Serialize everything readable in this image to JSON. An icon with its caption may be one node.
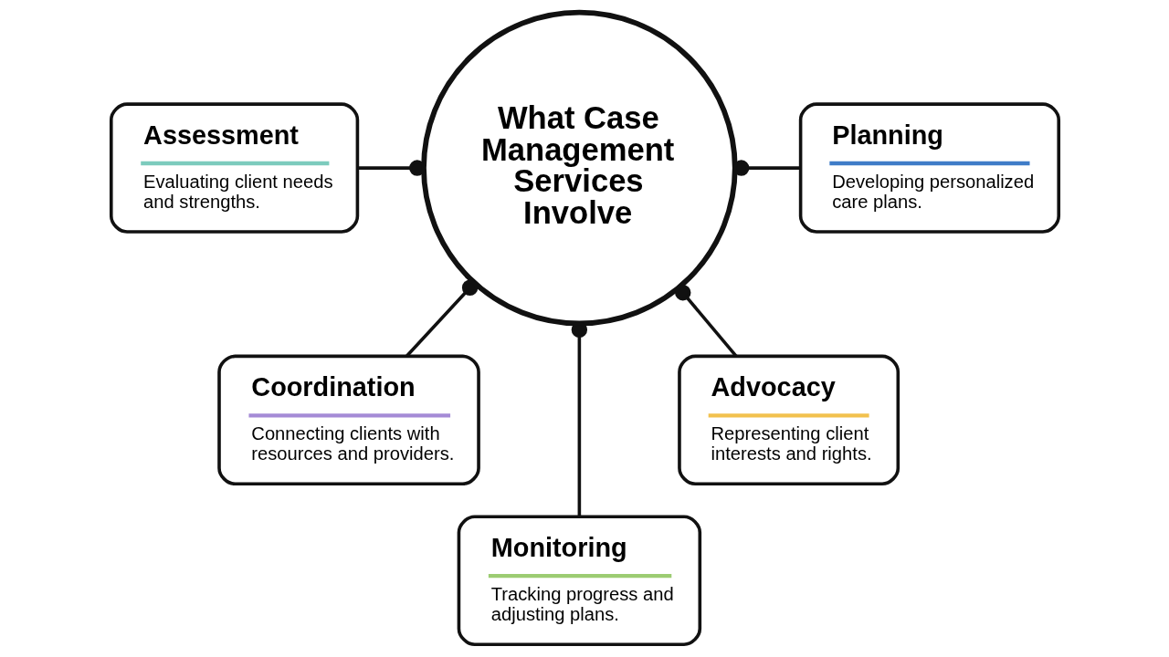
{
  "diagram": {
    "nodes": [
      {
        "text": [
          "Assessment",
          "Evaluating client needs and strengths."
        ]
      },
      {
        "text": [
          "Planning",
          "Developing personalized care plans."
        ]
      },
      {
        "text": [
          "What Case Management Services Involve"
        ]
      },
      {
        "text": [
          "Coordination",
          "Connecting clients with resources and providers."
        ]
      },
      {
        "text": [
          "Advocacy",
          "Representing client interests and rights."
        ]
      },
      {
        "text": [
          "Monitoring",
          "Tracking progress and adjusting plans."
        ]
      }
    ],
    "edges": [
      {
        "from": 2,
        "to": 0,
        "arrow": "other"
      },
      {
        "from": 2,
        "to": 1,
        "arrow": "other"
      },
      {
        "from": 2,
        "to": 3,
        "arrow": "other"
      },
      {
        "from": 2,
        "to": 5,
        "arrow": "other"
      },
      {
        "from": 2,
        "to": 4,
        "arrow": "other"
      }
    ]
  }
}
